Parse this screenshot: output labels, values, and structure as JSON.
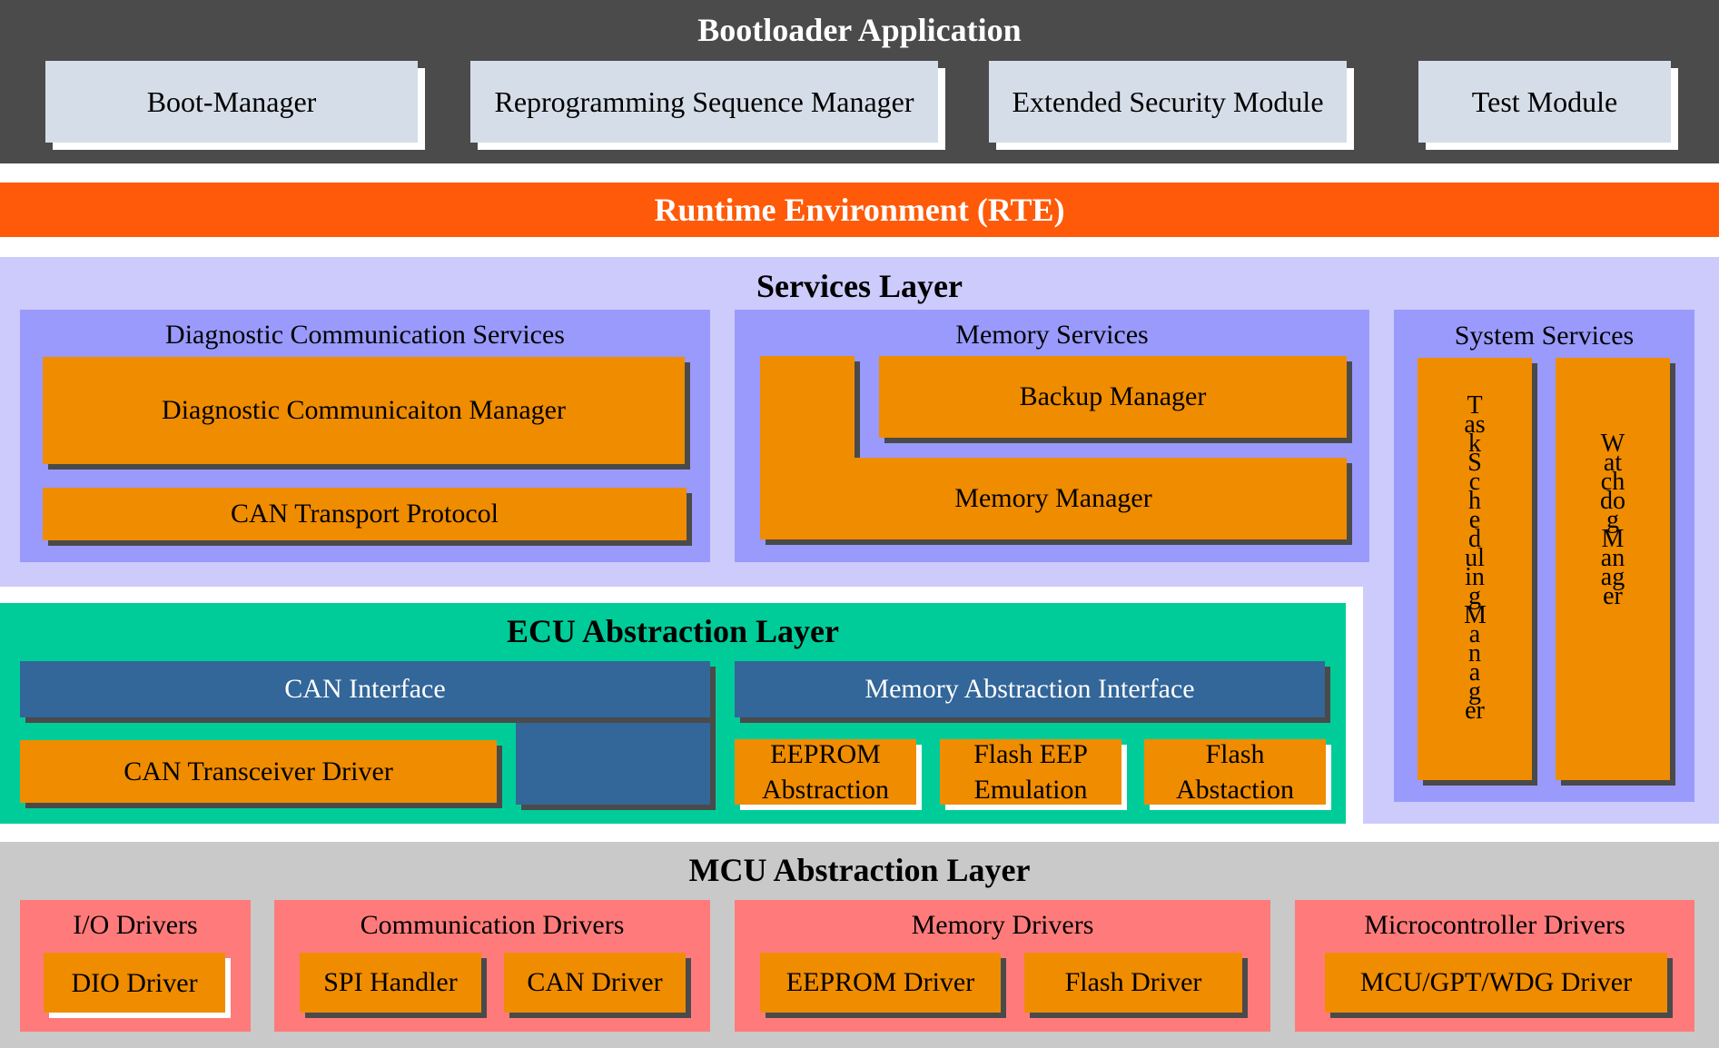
{
  "application": {
    "title": "Bootloader Application",
    "modules": [
      "Boot-Manager",
      "Reprogramming Sequence Manager",
      "Extended Security Module",
      "Test Module"
    ]
  },
  "rte": {
    "label": "Runtime Environment (RTE)"
  },
  "services": {
    "title": "Services Layer",
    "diagnostic": {
      "title": "Diagnostic Communication Services",
      "manager": "Diagnostic Communicaiton Manager",
      "transport": "CAN Transport Protocol"
    },
    "memory": {
      "title": "Memory Services",
      "backup": "Backup Manager",
      "manager": "Memory Manager"
    },
    "system": {
      "title": "System Services",
      "task_scheduling": "TaskSchedulingManager",
      "watchdog": "WatchdogManager"
    }
  },
  "ecu": {
    "title": "ECU Abstraction Layer",
    "can_interface": "CAN Interface",
    "can_transceiver": "CAN Transceiver Driver",
    "memory_interface": "Memory Abstraction Interface",
    "eeprom_abstraction": [
      "EEPROM",
      "Abstraction"
    ],
    "flash_eep": [
      "Flash EEP",
      "Emulation"
    ],
    "flash_abstraction": [
      "Flash",
      "Abstaction"
    ]
  },
  "mcu": {
    "title": "MCU Abstraction Layer",
    "io": {
      "title": "I/O Drivers",
      "dio": "DIO Driver"
    },
    "communication": {
      "title": "Communication Drivers",
      "spi": "SPI Handler",
      "can": "CAN Driver"
    },
    "memory": {
      "title": "Memory Drivers",
      "eeprom": "EEPROM Driver",
      "flash": "Flash Driver"
    },
    "microcontroller": {
      "title": "Microcontroller Drivers",
      "mcu": "MCU/GPT/WDG Driver"
    }
  },
  "colors": {
    "application_band": "#4b4b4b",
    "application_module": "#d5dee8",
    "rte": "#ff5a09",
    "services_layer": "#cccbfc",
    "services_group": "#9a9afc",
    "module": "#ef8c00",
    "ecu_layer": "#00cc99",
    "interface": "#336699",
    "mcu_layer": "#c9c9c9",
    "driver_group": "#ff7b7b"
  }
}
